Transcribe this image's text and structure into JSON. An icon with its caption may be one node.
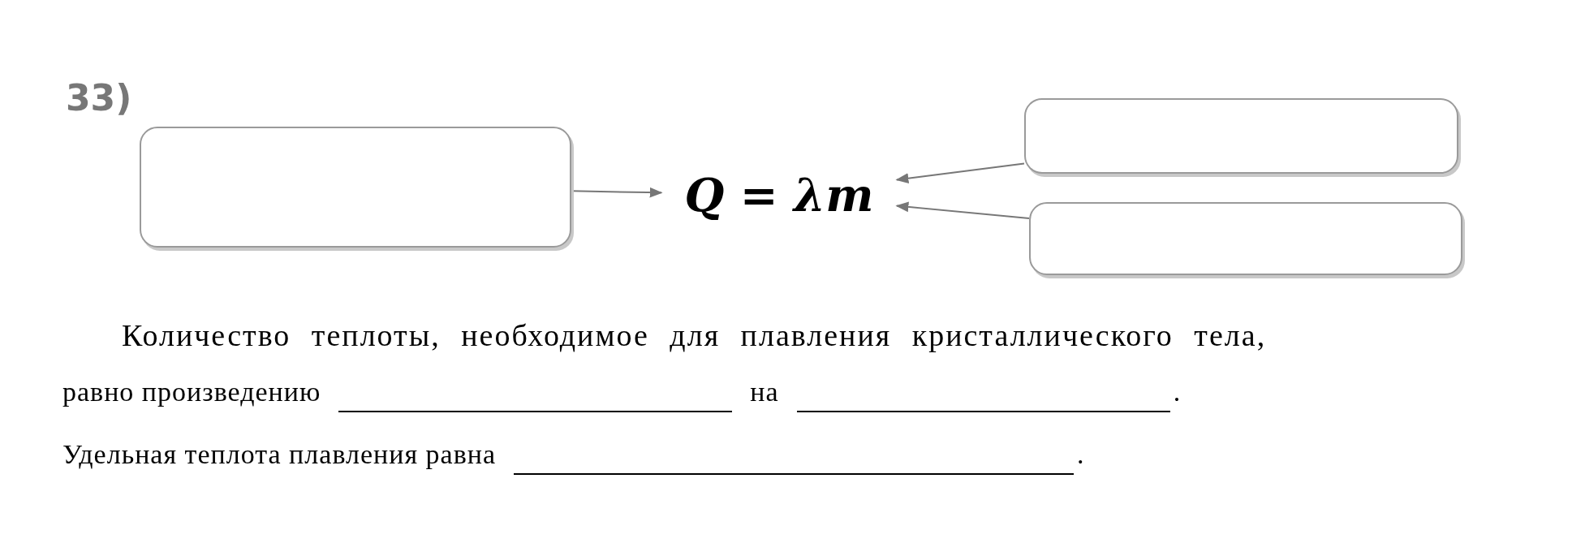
{
  "diagram": {
    "nodes": [
      {
        "text": [],
        "shape": "box"
      },
      {
        "text": [
          "Q = λm"
        ]
      },
      {
        "text": [],
        "shape": "box"
      },
      {
        "text": [],
        "shape": "box"
      }
    ],
    "edges": [
      {
        "from": 0,
        "to": 1,
        "arrow": "to"
      },
      {
        "from": 2,
        "to": 1,
        "arrow": "to"
      },
      {
        "from": 3,
        "to": 1,
        "arrow": "to"
      }
    ],
    "labels": [
      "33)",
      "Количество теплоты, необходимое для плавления кристаллического тела,",
      "равно произведению",
      "на",
      ".",
      "Удельная теплота плавления равна",
      "."
    ]
  }
}
